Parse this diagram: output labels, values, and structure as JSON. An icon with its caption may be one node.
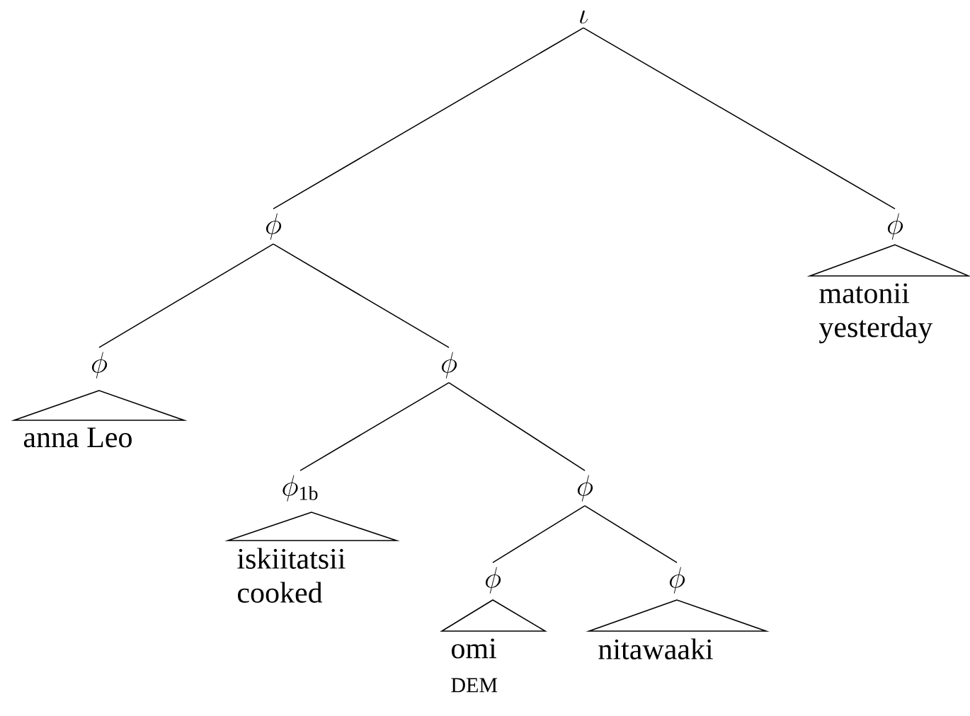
{
  "diagram": {
    "nodes": [
      {
        "text": [
          "\\iota"
        ]
      },
      {
        "text": [
          "\\phi"
        ]
      },
      {
        "text": [
          "\\phi"
        ]
      },
      {
        "text": [
          "matonii",
          "yesterday"
        ]
      },
      {
        "text": [
          "\\phi"
        ]
      },
      {
        "text": [
          "anna Leo"
        ]
      },
      {
        "text": [
          "\\phi"
        ]
      },
      {
        "text": [
          "\\phi_{\\mathrm{1b}}"
        ]
      },
      {
        "text": [
          "iskiitatsii",
          "cooked"
        ]
      },
      {
        "text": [
          "\\phi"
        ]
      },
      {
        "text": [
          "\\phi"
        ]
      },
      {
        "text": [
          "omi",
          "DEM"
        ]
      },
      {
        "text": [
          "\\phi"
        ]
      },
      {
        "text": [
          "nitawaaki"
        ]
      }
    ],
    "edges": [
      {
        "from": 0,
        "to": 1,
        "arrow": "none"
      },
      {
        "from": 0,
        "to": 2,
        "arrow": "none"
      },
      {
        "from": 1,
        "to": 4,
        "arrow": "none"
      },
      {
        "from": 1,
        "to": 6,
        "arrow": "none"
      },
      {
        "from": 6,
        "to": 7,
        "arrow": "none"
      },
      {
        "from": 6,
        "to": 9,
        "arrow": "none"
      },
      {
        "from": 9,
        "to": 10,
        "arrow": "none"
      },
      {
        "from": 9,
        "to": 12,
        "arrow": "none"
      }
    ]
  }
}
